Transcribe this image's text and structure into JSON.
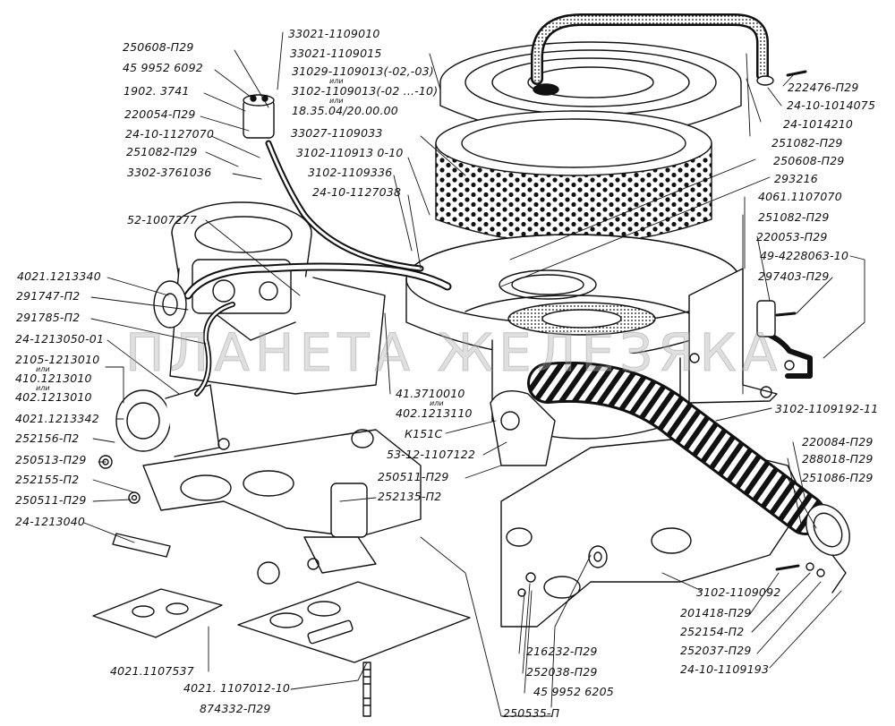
{
  "watermark": "ПЛАНЕТА ЖЕЛЕЗЯКА",
  "or_word": "или",
  "labels": {
    "l01": "250608-П29",
    "l02": "45 9952 6092",
    "l03": "1902. 3741",
    "l04": "220054-П29",
    "l05": "24-10-1127070",
    "l06": "251082-П29",
    "l07": "3302-3761036",
    "l08": "52-1007277",
    "l09": "4021.1213340",
    "l10": "291747-П2",
    "l11": "291785-П2",
    "l12": "24-1213050-01",
    "l13": "2105-1213010",
    "l14": "410.1213010",
    "l15": "402.1213010",
    "l16": "4021.1213342",
    "l17": "252156-П2",
    "l18": "250513-П29",
    "l19": "252155-П2",
    "l20": "250511-П29",
    "l21": "24-1213040",
    "l22": "4021.1107537",
    "l23": "4021. 1107012-10",
    "l24": "874332-П29",
    "l25": "33021-1109010",
    "l26": "33021-1109015",
    "l27": "31029-1109013(-02,-03)",
    "l28": "3102-1109013(-02 ...-10)",
    "l29": "18.35.04/20.00.00",
    "l30": "33027-1109033",
    "l31": "3102-110913 0-10",
    "l32": "3102-1109336",
    "l33": "24-10-1127038",
    "l34": "222476-П29",
    "l35": "24-10-1014075",
    "l36": "24-1014210",
    "l37": "251082-П29",
    "l38": "250608-П29",
    "l39": "293216",
    "l40": "4061.1107070",
    "l41": "251082-П29",
    "l42": "220053-П29",
    "l43": "49-4228063-10",
    "l44": "297403-П29",
    "l45": "41.3710010",
    "l46": "402.1213110",
    "l47": "К151С",
    "l48": "53-12-1107122",
    "l49": "250511-П29",
    "l50": "252135-П2",
    "l51": "3102-1109192-11",
    "l52": "220084-П29",
    "l53": "288018-П29",
    "l54": "251086-П29",
    "l55": "3102-1109092",
    "l56": "201418-П29",
    "l57": "252154-П2",
    "l58": "252037-П29",
    "l59": "24-10-1109193",
    "l60": "216232-П29",
    "l61": "252038-П29",
    "l62": "45 9952 6205",
    "l63": "250535-П"
  }
}
